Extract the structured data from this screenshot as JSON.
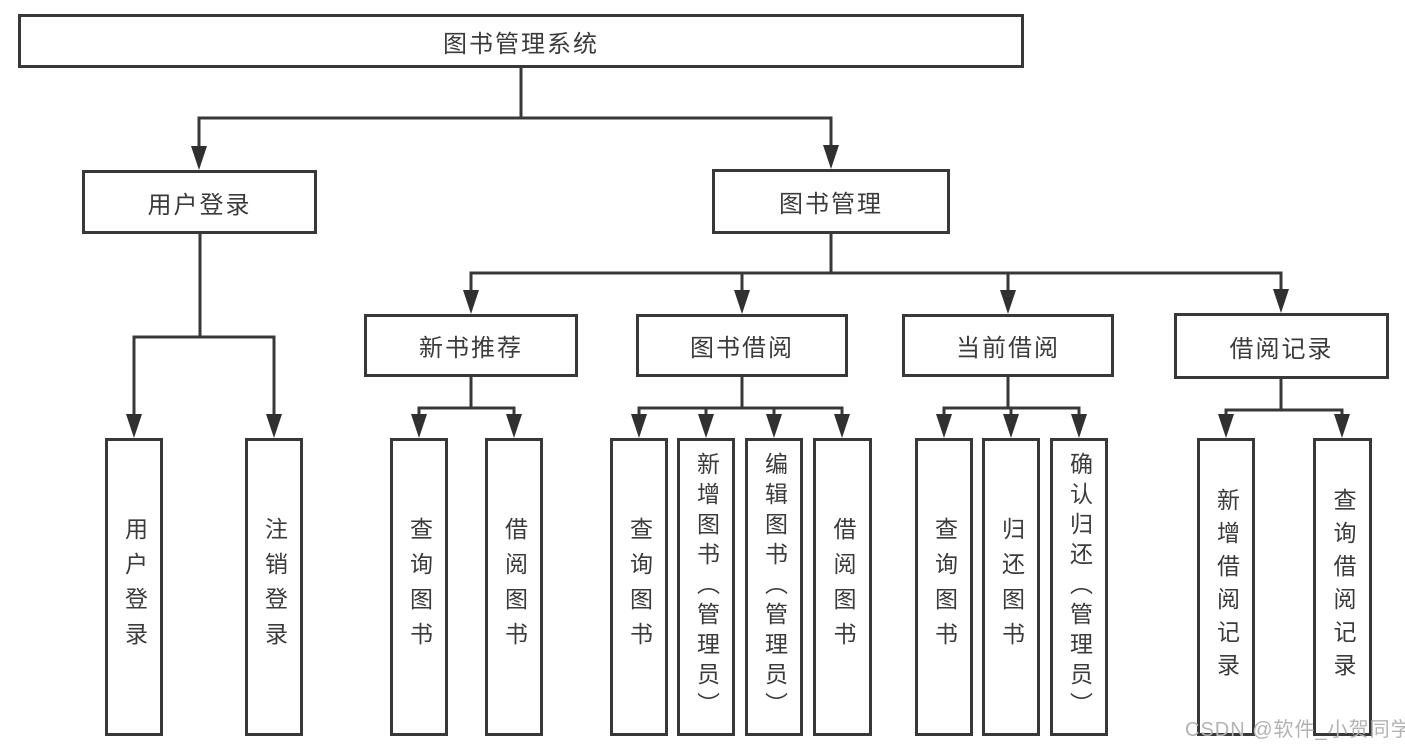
{
  "diagram": {
    "nodes": {
      "root": "图书管理系统",
      "user_login": "用户登录",
      "book_mgmt": "图书管理",
      "new_book_rec": "新书推荐",
      "book_borrow": "图书借阅",
      "current_borrow": "当前借阅",
      "borrow_records": "借阅记录",
      "leaf_user_login": "用户登录",
      "leaf_logout": "注销登录",
      "leaf_query_book_rec": "查询图书",
      "leaf_borrow_book_rec": "借阅图书",
      "leaf_query_book_borrow": "查询图书",
      "leaf_add_book_admin": "新增图书（管理员）",
      "leaf_edit_book_admin": "编辑图书（管理员）",
      "leaf_borrow_book_borrow": "借阅图书",
      "leaf_query_book_current": "查询图书",
      "leaf_return_book": "归还图书",
      "leaf_confirm_return_admin": "确认归还（管理员）",
      "leaf_add_borrow_record": "新增借阅记录",
      "leaf_query_borrow_record": "查询借阅记录"
    }
  },
  "watermark": "CSDN @软件_小贺同学",
  "colors": {
    "line": "#383838",
    "arrow": "#303030",
    "text": "#3b3b3b",
    "watermark": "#b3b3b3",
    "background": "#ffffff"
  }
}
